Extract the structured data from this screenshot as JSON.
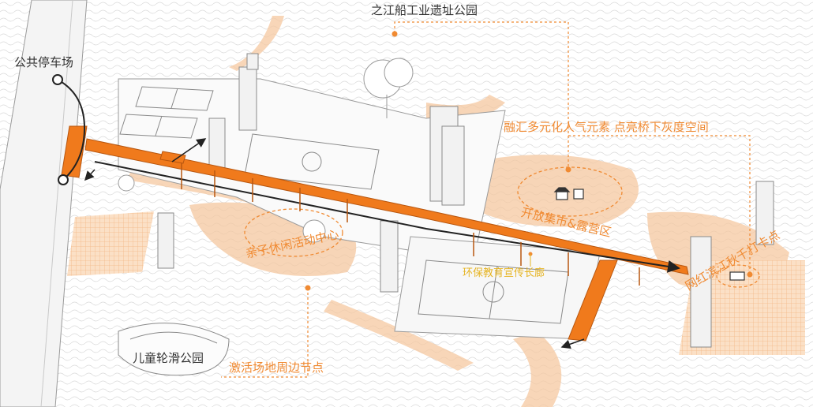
{
  "labels": {
    "shipyard_park": "之江船工业遗址公园",
    "public_parking": "公共停车场",
    "gray_space": "融汇多元化人气元素 点亮桥下灰度空间",
    "market": "开放集市&露营区",
    "family_center": "亲子休闲活动中心",
    "eco_corridor": "环保教育宣传长廊",
    "riverside_swing": "网红滨江秋千打卡点",
    "kids_skate_park": "儿童轮滑公园",
    "activate_nodes": "激活场地周边节点"
  },
  "colors": {
    "accent_orange": "#f08a32",
    "path_orange": "#f5c8a0",
    "bridge_orange": "#f07a1c",
    "label_yellow": "#e6b422",
    "dark_text": "#333333"
  }
}
